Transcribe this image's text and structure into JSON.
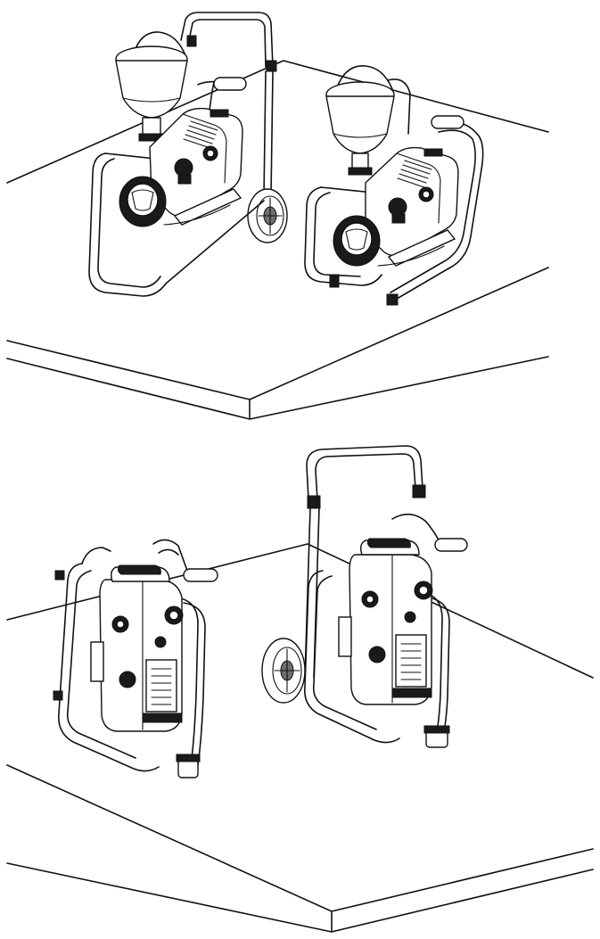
{
  "figure": {
    "panels": [
      {
        "id": "top",
        "items": [
          "cart-sprayer-with-hopper",
          "stand-sprayer-with-hopper"
        ]
      },
      {
        "id": "bottom",
        "items": [
          "stand-sprayer-rear-view",
          "cart-sprayer-rear-view"
        ]
      }
    ],
    "colors": {
      "line": "#111111",
      "background": "#ffffff",
      "detail": "#1a1a1a"
    }
  }
}
